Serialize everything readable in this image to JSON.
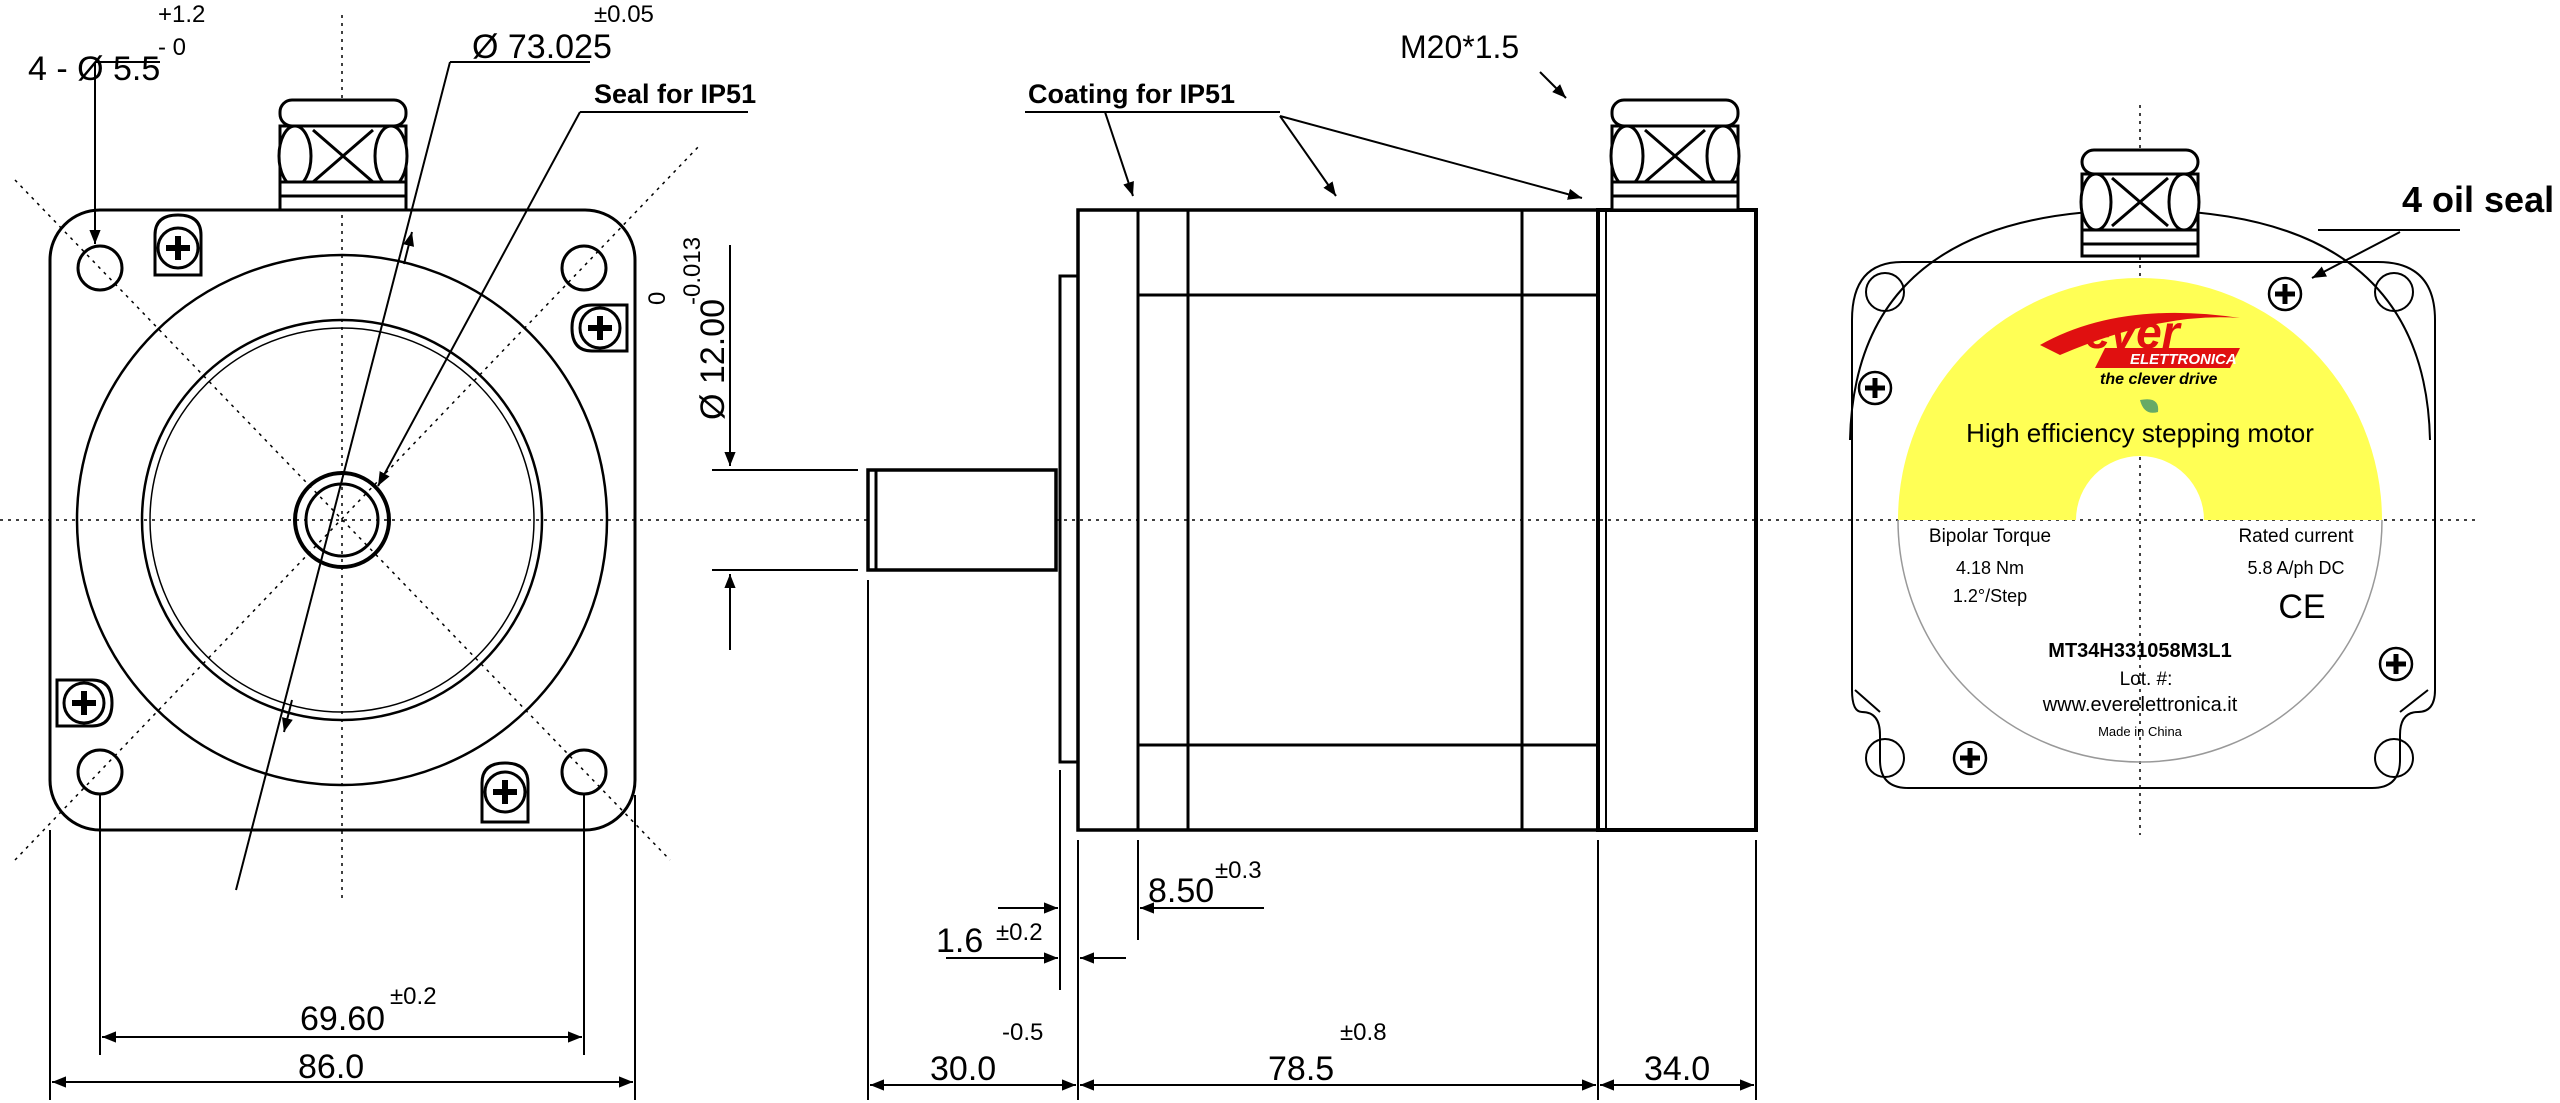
{
  "front_view": {
    "hole_callout": "4 - Ø 5.5",
    "hole_tol_plus": "+1.2",
    "hole_tol_minus": "- 0",
    "pilot_dia": "Ø 73.025",
    "pilot_tol": "±0.05",
    "seal_label": "Seal for IP51",
    "hole_spacing": "69.60",
    "hole_spacing_tol": "±0.2",
    "flange_width": "86.0"
  },
  "side_view": {
    "shaft_dia": "Ø 12.00",
    "shaft_tol_upper": "0",
    "shaft_tol_lower": "-0.013",
    "coating_label": "Coating for IP51",
    "thread_label": "M20*1.5",
    "boss_depth": "8.50",
    "boss_depth_tol": "±0.3",
    "flange_thk": "1.6",
    "flange_thk_tol": "±0.2",
    "shaft_len": "30.0",
    "shaft_len_tol": "-0.5",
    "body_len": "78.5",
    "body_len_tol": "±0.8",
    "cap_len": "34.0"
  },
  "rear_view": {
    "oil_seal_label": "4 oil seal",
    "brand_main": "ever",
    "brand_sub": "ELETTRONICA",
    "tagline": "the clever drive",
    "headline": "High efficiency stepping motor",
    "torque_label": "Bipolar Torque",
    "torque_value": "4.18 Nm",
    "step_angle": "1.2°/Step",
    "current_label": "Rated current",
    "current_value": "5.8 A/ph DC",
    "ce_mark": "CE",
    "model": "MT34H331058M3L1",
    "lot_label": "Lot. #:",
    "website": "www.everelettronica.it",
    "origin": "Made in China"
  },
  "colors": {
    "line": "#000000",
    "label_yellow": "#ffff55",
    "brand_red": "#e01010"
  }
}
